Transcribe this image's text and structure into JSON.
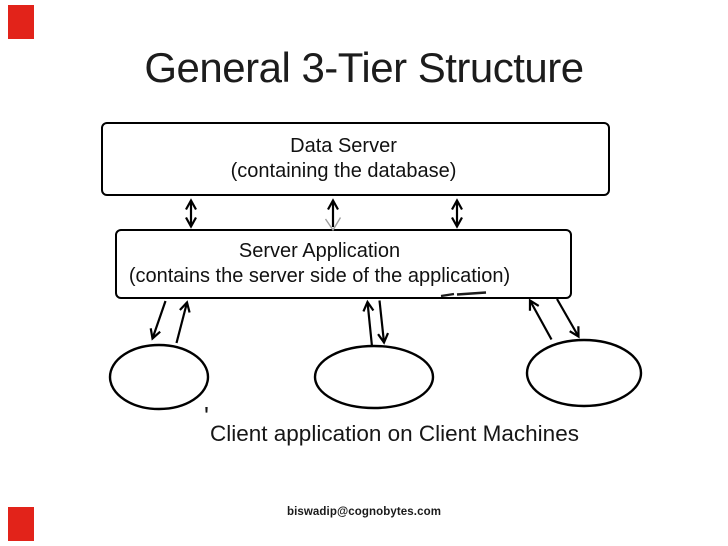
{
  "slide": {
    "title": "General 3-Tier Structure",
    "footer_email": "biswadip@cognobytes.com"
  },
  "diagram": {
    "data_server_box": {
      "line1": "Data Server",
      "line2": "(containing the database)"
    },
    "server_application_box": {
      "line1": "Server Application",
      "line2": "(contains the server side of the application)"
    },
    "client_caption": "Client application on Client Machines",
    "client_caption_tick": "'",
    "client_node_count": 3
  },
  "colors": {
    "accent_red": "#e2231a",
    "ink": "#111111",
    "faint_arrowhead_gray": "#9e9e9e"
  }
}
